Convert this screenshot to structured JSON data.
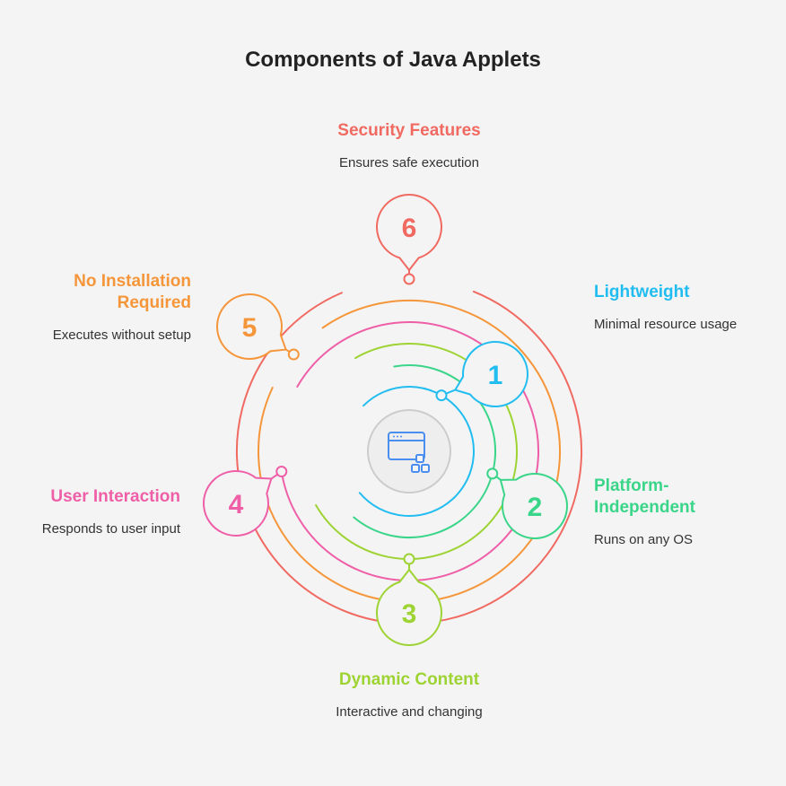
{
  "title": "Components of Java Applets",
  "center_icon": "applet-window-icon",
  "items": [
    {
      "number": "1",
      "title": [
        "Lightweight"
      ],
      "description": "Minimal resource usage",
      "color": "#22bdf0"
    },
    {
      "number": "2",
      "title": [
        "Platform-",
        "Independent"
      ],
      "description": "Runs on any OS",
      "color": "#3bd58a"
    },
    {
      "number": "3",
      "title": [
        "Dynamic Content"
      ],
      "description": "Interactive and changing",
      "color": "#9ed334"
    },
    {
      "number": "4",
      "title": [
        "User Interaction"
      ],
      "description": "Responds to user input",
      "color": "#ee5fa8"
    },
    {
      "number": "5",
      "title": [
        "No Installation",
        "Required"
      ],
      "description": "Executes without setup",
      "color": "#f5963a"
    },
    {
      "number": "6",
      "title": [
        "Security Features"
      ],
      "description": "Ensures safe execution",
      "color": "#f06a62"
    }
  ],
  "colors": {
    "icon": "#4a8ef0",
    "hub": "#cccccc",
    "background": "#f4f4f4"
  }
}
